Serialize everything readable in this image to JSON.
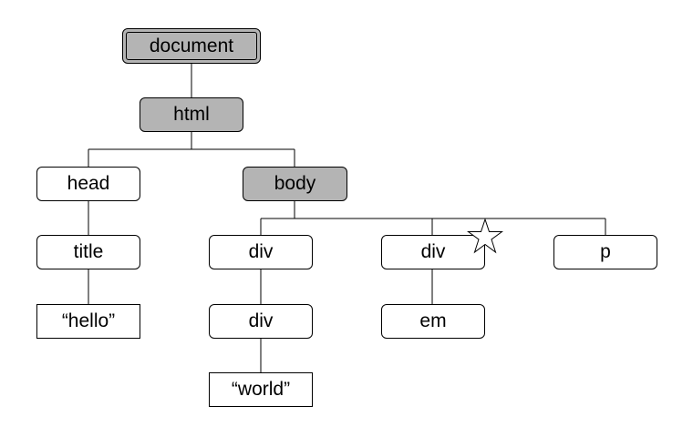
{
  "tree": {
    "root": "document",
    "html": "html",
    "head": "head",
    "body": "body",
    "title": "title",
    "hello_text": "“hello”",
    "div_left": "div",
    "div_middle": "div",
    "p": "p",
    "div_nested": "div",
    "em": "em",
    "world_text": "“world”"
  },
  "colors": {
    "highlight": "#b4b4b4",
    "border": "#000000",
    "background": "#ffffff"
  },
  "markers": {
    "star_target": "div_middle",
    "star_icon": "star-icon"
  }
}
